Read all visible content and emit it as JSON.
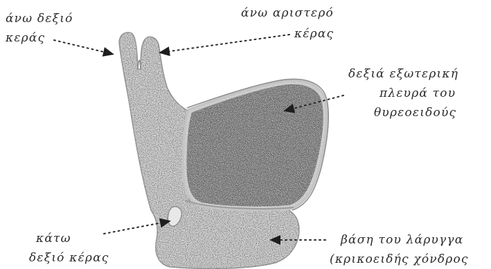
{
  "figure": {
    "labels": {
      "upper_right_horn": {
        "line1": "άνω δεξιό",
        "line2": "κεράς"
      },
      "upper_left_horn": {
        "line1": "άνω αριστερό",
        "line2": "κέρας"
      },
      "right_outer_side": {
        "line1": "δεξιά εξωτερική",
        "line2": "πλευρά του",
        "line3": "θυρεοειδούς"
      },
      "lower_right_horn": {
        "line1": "κάτω",
        "line2": "δεξιό κέρας"
      },
      "larynx_base": {
        "line1": "βάση του λάρυγγα",
        "line2": "(κρικοειδής χόνδρος"
      }
    }
  }
}
